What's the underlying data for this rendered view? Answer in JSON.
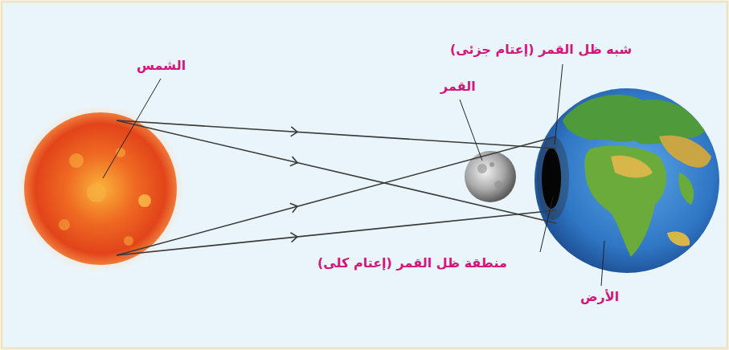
{
  "diagram": {
    "labels": [
      "الشمس",
      "القمر",
      "شبه ظل القمر (إعتام جزئى)",
      "منطقة ظل القمر (إعتام كلى)",
      "الأرض"
    ]
  }
}
